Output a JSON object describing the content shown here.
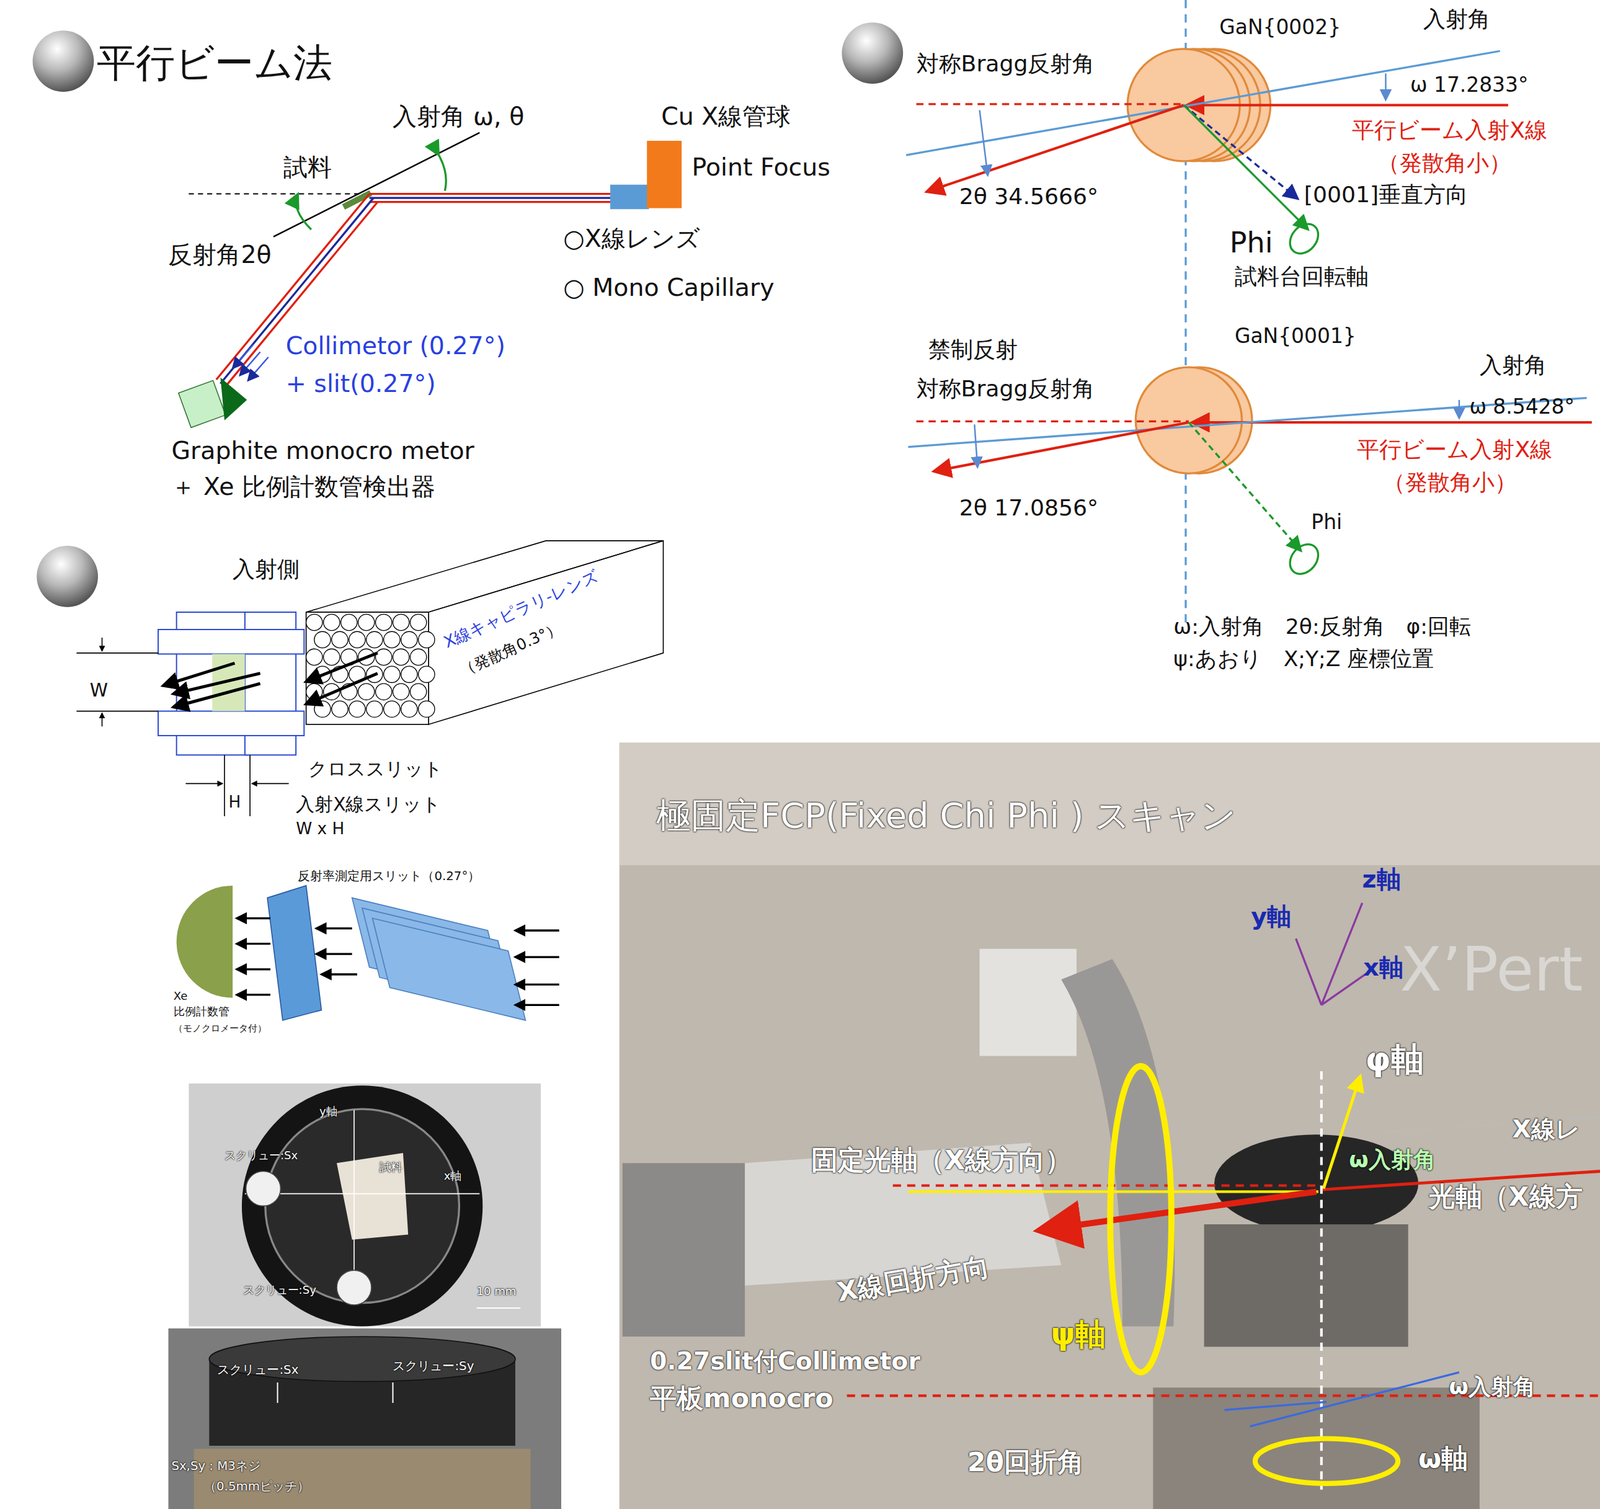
{
  "diagram": {
    "title": "平行ビーム法",
    "nodes": [
      {
        "text": [
          "極固定FCP(Fixed Chi Phi ) スキャン",
          "z軸",
          "y軸",
          "x軸",
          "X’Pert",
          "φ軸",
          "ω入射角",
          "X線レ",
          "固定光軸（X線方向）",
          "光軸（X線方",
          "X線回折方向",
          "ψ軸",
          "0.27slit付Collimetor",
          "平板monocro",
          "ω入射角",
          "2θ回折角",
          "ω軸"
        ]
      },
      {
        "text": [
          "y軸",
          "スクリュー:Sx",
          "試料",
          "x軸",
          "スクリュー:Sy",
          "10 mm"
        ]
      },
      {
        "text": [
          "スクリュー:Sx",
          "スクリュー:Sy",
          "Sx,Sy : M3ネジ",
          "（0.5mmピッチ）"
        ]
      }
    ],
    "labels": [
      "入射角 ω, θ",
      "試料",
      "Cu X線管球",
      "Point Focus",
      "○X線レンズ",
      "○ Mono Capillary",
      "反射角2θ",
      "Collimetor (0.27°)",
      "+ slit(0.27°)",
      "Graphite monocro metor",
      "＋ Xe 比例計数管検出器",
      "GaN{0002}",
      "入射角",
      "対称Bragg反射角",
      "ω 17.2833°",
      "平行ビーム入射X線",
      "（発散角小）",
      "2θ 34.5666°",
      "[0001]垂直方向",
      "Phi",
      "試料台回転軸",
      "禁制反射",
      "GaN{0001}",
      "対称Bragg反射角",
      "入射角",
      "ω 8.5428°",
      "平行ビーム入射X線",
      "（発散角小）",
      "2θ 17.0856°",
      "Phi",
      "ω:入射角　2θ:反射角　φ:回転",
      "ψ:あおり　X;Y;Z 座標位置",
      "入射側",
      "X線キャピラリ-レンズ",
      "（発散角0.3°）",
      "W",
      "クロススリット",
      "H",
      "入射X線スリット",
      "W x H",
      "反射率測定用スリット（0.27°）",
      "Xe",
      "比例計数管",
      "（モノクロメータ付）"
    ]
  }
}
